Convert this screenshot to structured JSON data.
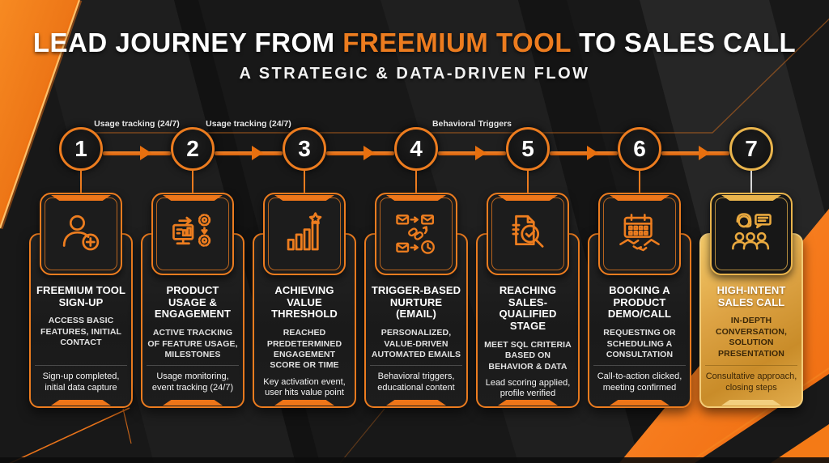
{
  "header": {
    "title_prefix": "LEAD JOURNEY FROM ",
    "title_highlight": "FREEMIUM TOOL",
    "title_suffix": " TO SALES CALL",
    "subtitle": "A STRATEGIC & DATA-DRIVEN FLOW"
  },
  "connectors": [
    {
      "between": "1-2",
      "label": "Usage tracking (24/7)"
    },
    {
      "between": "2-3",
      "label": "Usage tracking (24/7)"
    },
    {
      "between": "3-4",
      "label": ""
    },
    {
      "between": "4-5",
      "label": "Behavioral Triggers"
    },
    {
      "between": "5-6",
      "label": ""
    },
    {
      "between": "6-7",
      "label": ""
    }
  ],
  "steps": [
    {
      "number": "1",
      "icon": "user-add-icon",
      "title": "FREEMIUM TOOL SIGN-UP",
      "description": "ACCESS BASIC FEATURES, INITIAL CONTACT",
      "detail": "Sign-up completed, initial data capture",
      "highlighted": false
    },
    {
      "number": "2",
      "icon": "monitor-gears-icon",
      "title": "PRODUCT USAGE & ENGAGEMENT",
      "description": "ACTIVE TRACKING OF FEATURE USAGE, MILESTONES",
      "detail": "Usage monitoring, event tracking (24/7)",
      "highlighted": false
    },
    {
      "number": "3",
      "icon": "bar-chart-star-icon",
      "title": "ACHIEVING VALUE THRESHOLD",
      "description": "REACHED PREDETERMINED ENGAGEMENT SCORE OR TIME",
      "detail": "Key activation event, user hits value point",
      "highlighted": false
    },
    {
      "number": "4",
      "icon": "email-workflow-icon",
      "title": "TRIGGER-BASED NURTURE (EMAIL)",
      "description": "PERSONALIZED, VALUE-DRIVEN AUTOMATED EMAILS",
      "detail": "Behavioral triggers, educational content",
      "highlighted": false
    },
    {
      "number": "5",
      "icon": "document-magnifier-check-icon",
      "title": "REACHING SALES-QUALIFIED STAGE",
      "description": "MEET SQL CRITERIA BASED ON BEHAVIOR & DATA",
      "detail": "Lead scoring applied, profile verified",
      "highlighted": false
    },
    {
      "number": "6",
      "icon": "calendar-handshake-icon",
      "title": "BOOKING A PRODUCT DEMO/CALL",
      "description": "REQUESTING OR SCHEDULING A CONSULTATION",
      "detail": "Call-to-action clicked, meeting confirmed",
      "highlighted": false
    },
    {
      "number": "7",
      "icon": "headset-chat-people-icon",
      "title": "HIGH-INTENT SALES CALL",
      "description": "IN-DEPTH CONVERSATION, SOLUTION PRESENTATION",
      "detail": "Consultative approach, closing steps",
      "highlighted": true
    }
  ],
  "colors": {
    "accent_orange": "#EC7C1F",
    "arrow_orange": "#E8700F",
    "gold": "#DDA344",
    "gold_border": "#F3CD79",
    "background": "#181818",
    "card_background": "#1D1D1D",
    "text_light": "#FFFFFF",
    "text_dark_on_gold": "#3B2708"
  }
}
